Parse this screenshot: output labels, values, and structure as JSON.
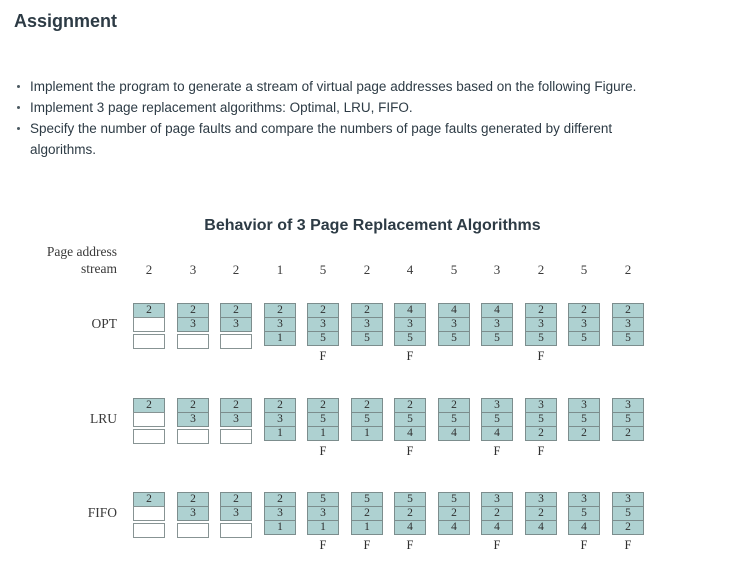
{
  "page": {
    "title": "Assignment"
  },
  "tasks": [
    "Implement the program to generate a stream of virtual page addresses based on the following Figure.",
    "Implement 3 page replacement algorithms: Optimal, LRU, FIFO.",
    "Specify the number of page faults and compare the numbers of page faults generated by different algorithms."
  ],
  "figure": {
    "title": "Behavior of 3 Page Replacement Algorithms",
    "stream_label": [
      "Page address",
      "stream"
    ],
    "fault_marker": "F",
    "colors": {
      "filled_cell": "#aed1d1",
      "cell_border": "#7c8d8d",
      "empty_cell": "#ffffff",
      "text": "#2d3b45"
    },
    "chart_data": {
      "type": "table",
      "frames_per_algorithm": 3,
      "page_address_stream": [
        2,
        3,
        2,
        1,
        5,
        2,
        4,
        5,
        3,
        2,
        5,
        2
      ],
      "algorithms": [
        {
          "name": "OPT",
          "steps": [
            {
              "frames": [
                2,
                null,
                null
              ],
              "fault": false
            },
            {
              "frames": [
                2,
                3,
                null
              ],
              "fault": false
            },
            {
              "frames": [
                2,
                3,
                null
              ],
              "fault": false
            },
            {
              "frames": [
                2,
                3,
                1
              ],
              "fault": false
            },
            {
              "frames": [
                2,
                3,
                5
              ],
              "fault": true
            },
            {
              "frames": [
                2,
                3,
                5
              ],
              "fault": false
            },
            {
              "frames": [
                4,
                3,
                5
              ],
              "fault": true
            },
            {
              "frames": [
                4,
                3,
                5
              ],
              "fault": false
            },
            {
              "frames": [
                4,
                3,
                5
              ],
              "fault": false
            },
            {
              "frames": [
                2,
                3,
                5
              ],
              "fault": true
            },
            {
              "frames": [
                2,
                3,
                5
              ],
              "fault": false
            },
            {
              "frames": [
                2,
                3,
                5
              ],
              "fault": false
            }
          ]
        },
        {
          "name": "LRU",
          "steps": [
            {
              "frames": [
                2,
                null,
                null
              ],
              "fault": false
            },
            {
              "frames": [
                2,
                3,
                null
              ],
              "fault": false
            },
            {
              "frames": [
                2,
                3,
                null
              ],
              "fault": false
            },
            {
              "frames": [
                2,
                3,
                1
              ],
              "fault": false
            },
            {
              "frames": [
                2,
                5,
                1
              ],
              "fault": true
            },
            {
              "frames": [
                2,
                5,
                1
              ],
              "fault": false
            },
            {
              "frames": [
                2,
                5,
                4
              ],
              "fault": true
            },
            {
              "frames": [
                2,
                5,
                4
              ],
              "fault": false
            },
            {
              "frames": [
                3,
                5,
                4
              ],
              "fault": true
            },
            {
              "frames": [
                3,
                5,
                2
              ],
              "fault": true
            },
            {
              "frames": [
                3,
                5,
                2
              ],
              "fault": false
            },
            {
              "frames": [
                3,
                5,
                2
              ],
              "fault": false
            }
          ]
        },
        {
          "name": "FIFO",
          "steps": [
            {
              "frames": [
                2,
                null,
                null
              ],
              "fault": false
            },
            {
              "frames": [
                2,
                3,
                null
              ],
              "fault": false
            },
            {
              "frames": [
                2,
                3,
                null
              ],
              "fault": false
            },
            {
              "frames": [
                2,
                3,
                1
              ],
              "fault": false
            },
            {
              "frames": [
                5,
                3,
                1
              ],
              "fault": true
            },
            {
              "frames": [
                5,
                2,
                1
              ],
              "fault": true
            },
            {
              "frames": [
                5,
                2,
                4
              ],
              "fault": true
            },
            {
              "frames": [
                5,
                2,
                4
              ],
              "fault": false
            },
            {
              "frames": [
                3,
                2,
                4
              ],
              "fault": true
            },
            {
              "frames": [
                3,
                2,
                4
              ],
              "fault": false
            },
            {
              "frames": [
                3,
                5,
                4
              ],
              "fault": true
            },
            {
              "frames": [
                3,
                5,
                2
              ],
              "fault": true
            }
          ]
        }
      ]
    }
  }
}
